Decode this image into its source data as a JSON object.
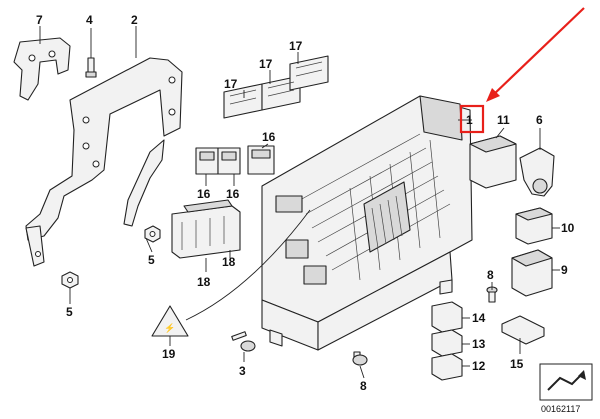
{
  "callouts": {
    "c1": "1",
    "c2": "2",
    "c3": "3",
    "c4": "4",
    "c5a": "5",
    "c5b": "5",
    "c6": "6",
    "c7": "7",
    "c8a": "8",
    "c8b": "8",
    "c9": "9",
    "c10": "10",
    "c11": "11",
    "c12": "12",
    "c13": "13",
    "c14": "14",
    "c15": "15",
    "c16a": "16",
    "c16b": "16",
    "c16c": "16",
    "c17a": "17",
    "c17b": "17",
    "c17c": "17",
    "c18a": "18",
    "c18b": "18",
    "c19": "19"
  },
  "catalog_number": "00162117",
  "colors": {
    "highlight": "#e8201a",
    "line": "#222222",
    "fill": "#f2f2f2"
  }
}
